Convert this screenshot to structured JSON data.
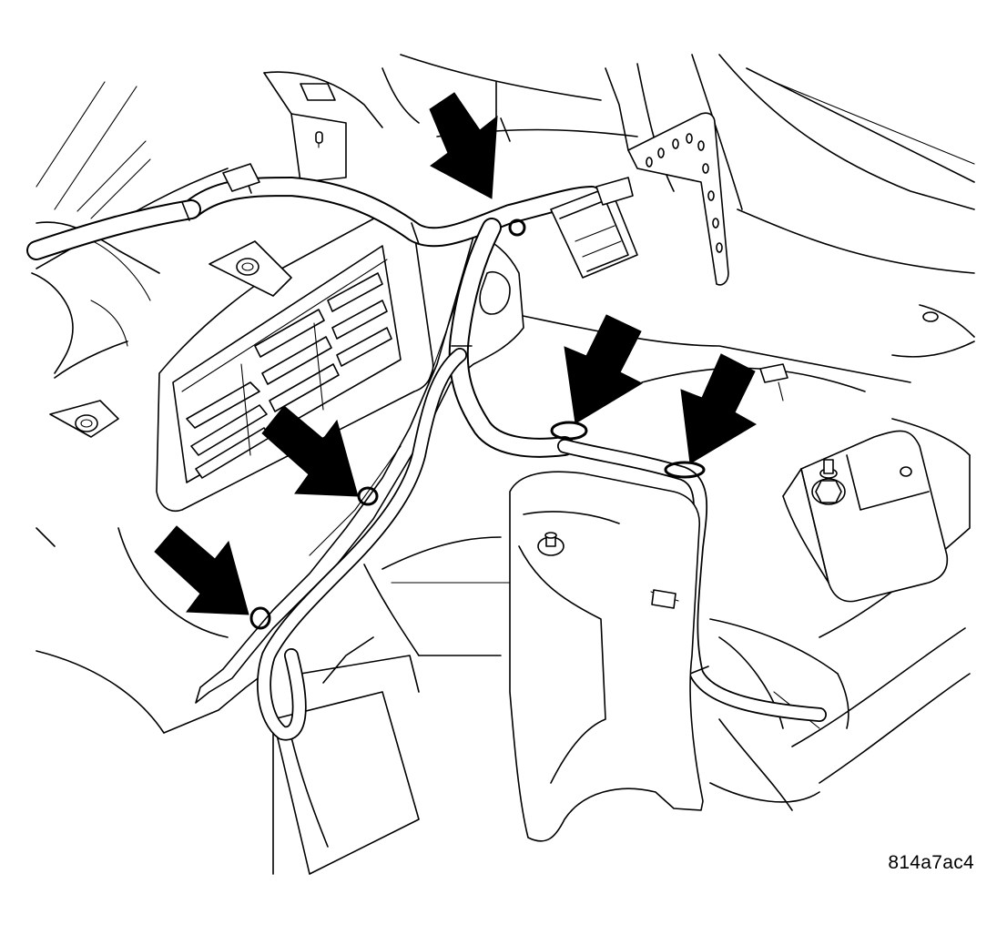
{
  "figure": {
    "id_label": "814a7ac4"
  },
  "colors": {
    "line": "#000000",
    "background": "#ffffff",
    "arrow_fill": "#000000"
  },
  "callouts": [
    {
      "name": "arrow-top-center",
      "icon": "arrow-down-right-icon"
    },
    {
      "name": "arrow-middle-right",
      "icon": "arrow-down-left-icon"
    },
    {
      "name": "arrow-right",
      "icon": "arrow-down-left-icon"
    },
    {
      "name": "arrow-left-middle",
      "icon": "arrow-down-right-icon"
    },
    {
      "name": "arrow-left-lower",
      "icon": "arrow-down-right-icon"
    }
  ]
}
